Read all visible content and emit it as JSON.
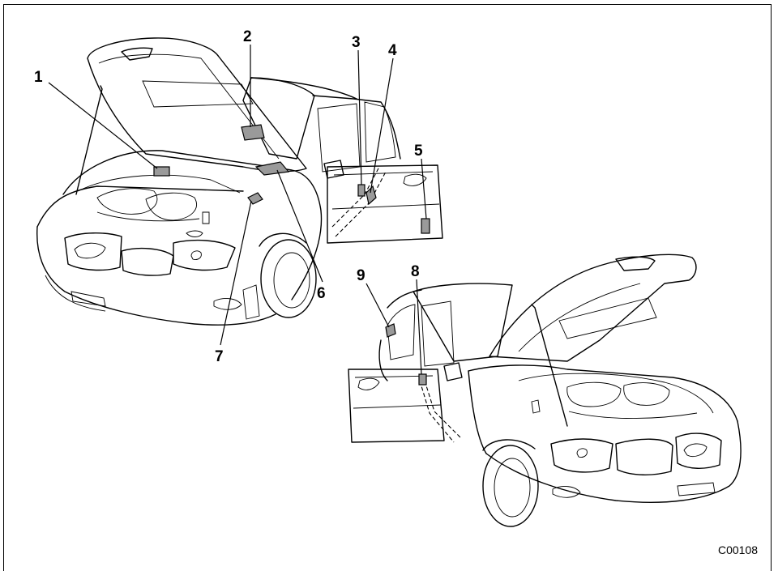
{
  "figure": {
    "figure_code": "C00108",
    "callouts": [
      "1",
      "2",
      "3",
      "4",
      "5",
      "6",
      "7",
      "8",
      "9"
    ]
  }
}
